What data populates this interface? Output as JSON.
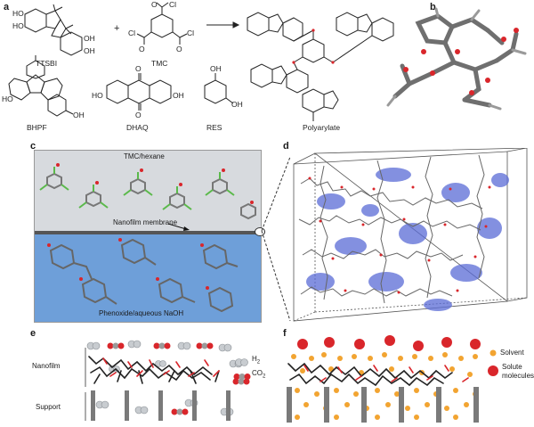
{
  "panels": {
    "a": "a",
    "b": "b",
    "c": "c",
    "d": "d",
    "e": "e",
    "f": "f"
  },
  "panel_a": {
    "compounds": {
      "ttsbi": "TTSBI",
      "tmc": "TMC",
      "bhpf": "BHPF",
      "dhaq": "DHAQ",
      "res": "RES",
      "polyarylate": "Polyarylate"
    },
    "groups": {
      "ho": "HO",
      "oh": "OH",
      "cl": "Cl",
      "o": "O",
      "plus": "+"
    }
  },
  "panel_c": {
    "top_phase": "TMC/hexane",
    "membrane": "Nanofilm membrane",
    "bottom_phase": "Phenoxide/aqueous NaOH"
  },
  "panel_e": {
    "nanofilm": "Nanofilm",
    "support": "Support",
    "legend_h2": "H",
    "legend_h2_sub": "2",
    "legend_co2": "CO",
    "legend_co2_sub": "2"
  },
  "panel_f": {
    "legend_solvent": "Solvent",
    "legend_solute_1": "Solute",
    "legend_solute_2": "molecules"
  },
  "colors": {
    "oxygen_red": "#d9262b",
    "chlorine_green": "#5ab94a",
    "carbon_gray": "#6f6f6f",
    "phase_top": "#d7dade",
    "phase_bottom": "#6e9fd9",
    "solvent_orange": "#f2a431",
    "support_gray": "#7a7a7a"
  }
}
